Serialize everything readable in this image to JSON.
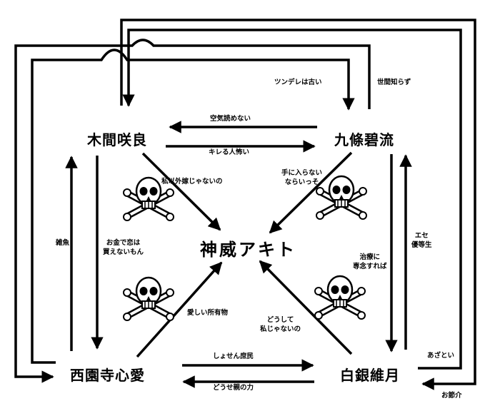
{
  "nodes": {
    "kima": "木間咲良",
    "kujo": "九條碧流",
    "saionji": "西園寺心愛",
    "shirogane": "白銀維月",
    "center": "神威アキト"
  },
  "labels": {
    "tsundere": "ツンデレは古い",
    "sekenshirazu": "世間知らず",
    "kuuki": "空気読めない",
    "kireru": "キレる人怖い",
    "watashi_igai": "私以外嫁じゃないの",
    "te_ni": "手に入らない\nならいっそ",
    "zako": "雑魚",
    "okane": "お金で恋は\n買えないもん",
    "ese": "エセ\n優等生",
    "chiryo": "治療に\n専念すれば",
    "itoshii": "愛しい所有物",
    "doushite": "どうして\n私じゃないの",
    "shomin": "しょせん庶民",
    "douse": "どうせ親の力",
    "azatoi": "あざとい",
    "osekkai": "お節介"
  },
  "colors": {
    "line": "#000000",
    "background": "#ffffff"
  }
}
